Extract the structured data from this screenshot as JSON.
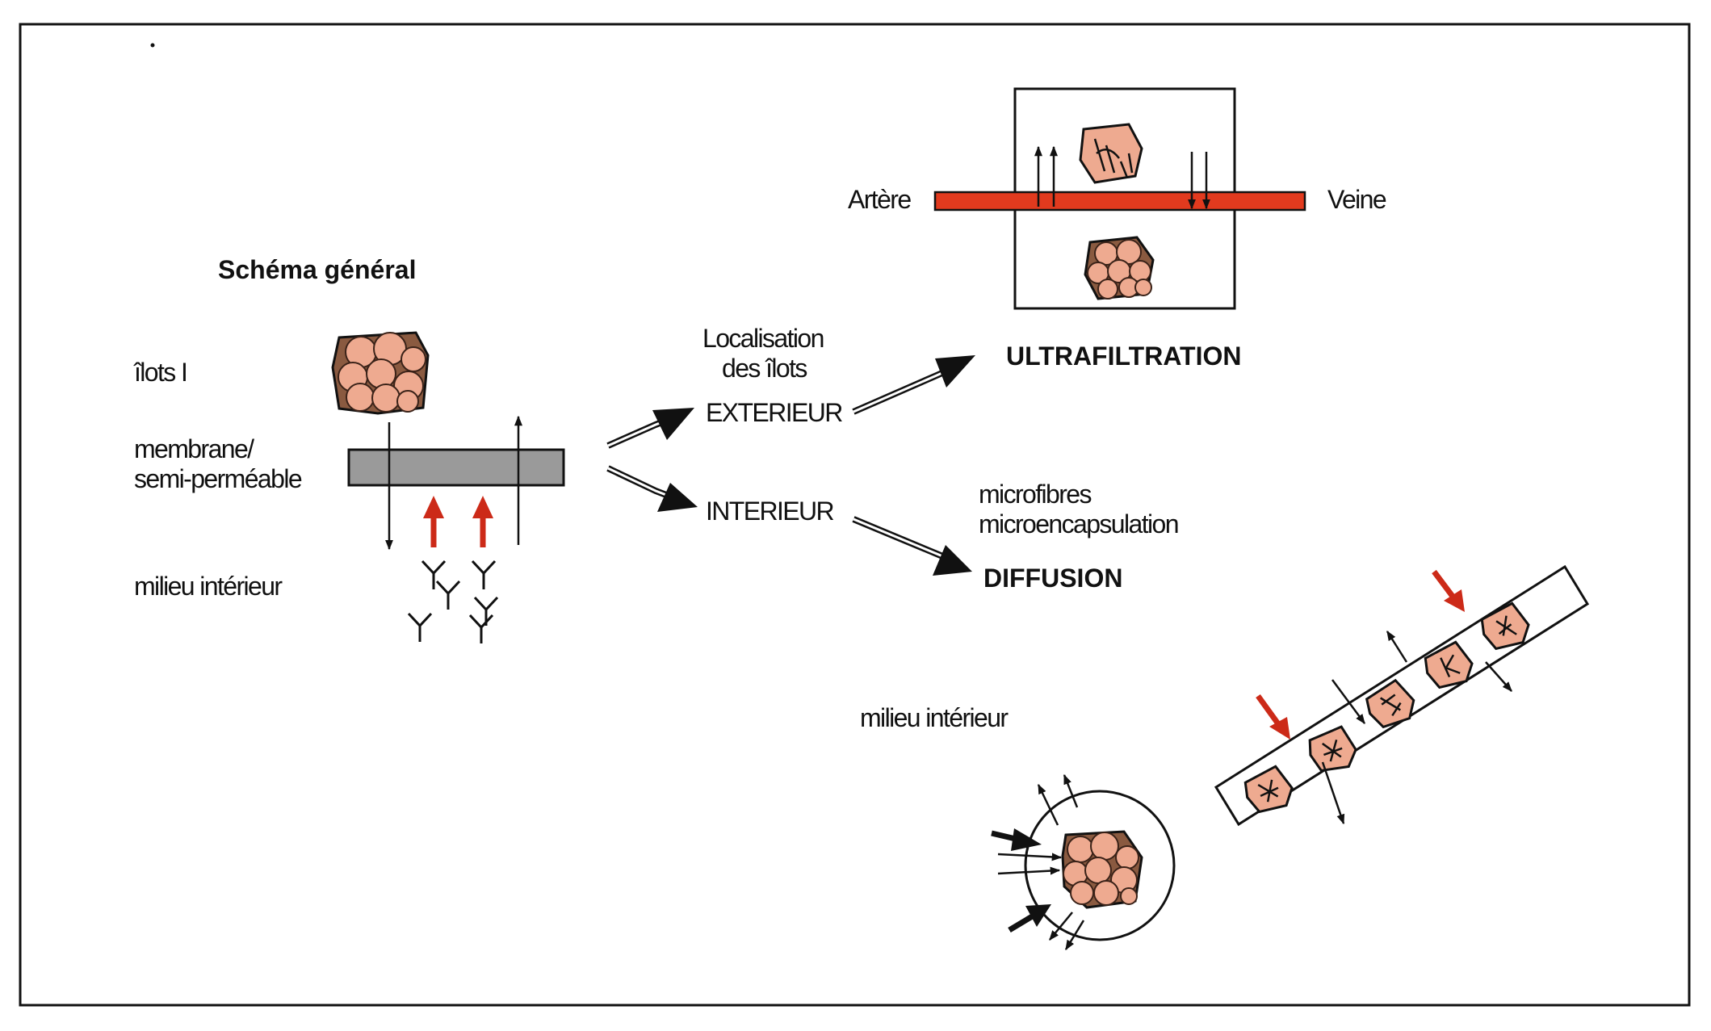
{
  "colors": {
    "ink": "#111111",
    "cell_fill": "#eeaa90",
    "cell_dark": "#d88a70",
    "vessel_red": "#e23a1e",
    "membrane_grey": "#9a9a9a",
    "red_arrow": "#cc2a18"
  },
  "general": {
    "title": "Schéma général",
    "islets_label": "îlots I",
    "membrane_label_1": "membrane/",
    "membrane_label_2": "semi-perméable",
    "milieu_label": "milieu intérieur"
  },
  "localisation": {
    "line1": "Localisation",
    "line2": "des îlots",
    "exterieur": "EXTERIEUR",
    "interieur": "INTERIEUR"
  },
  "ultrafiltration": {
    "artere": "Artère",
    "veine": "Veine",
    "title": "ULTRAFILTRATION"
  },
  "diffusion": {
    "line1": "microfibres",
    "line2": "microencapsulation",
    "title": "DIFFUSION",
    "milieu_label": "milieu intérieur"
  }
}
